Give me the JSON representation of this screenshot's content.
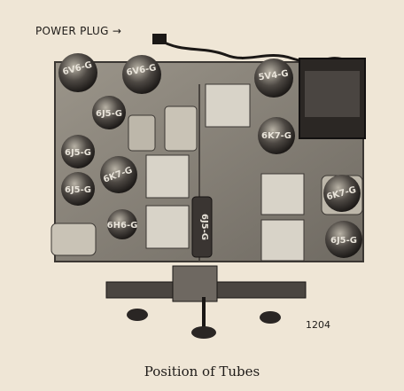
{
  "callout": {
    "text": "POWER PLUG"
  },
  "figure_number": "1204",
  "caption": "Position of Tubes",
  "tubes": [
    {
      "id": "t1",
      "label": "6V6-G"
    },
    {
      "id": "t2",
      "label": "6V6-G"
    },
    {
      "id": "t3",
      "label": "5V4-G"
    },
    {
      "id": "t4",
      "label": "6J5-G"
    },
    {
      "id": "t5",
      "label": "6K7-G"
    },
    {
      "id": "t6",
      "label": "6J5-G"
    },
    {
      "id": "t7",
      "label": "6K7-G"
    },
    {
      "id": "t8",
      "label": "6J5-G"
    },
    {
      "id": "t9",
      "label": "6K7-G"
    },
    {
      "id": "t10",
      "label": "6H6-G"
    },
    {
      "id": "t11",
      "label": "6J5-G"
    },
    {
      "id": "t12",
      "label": "6J5-G"
    }
  ]
}
